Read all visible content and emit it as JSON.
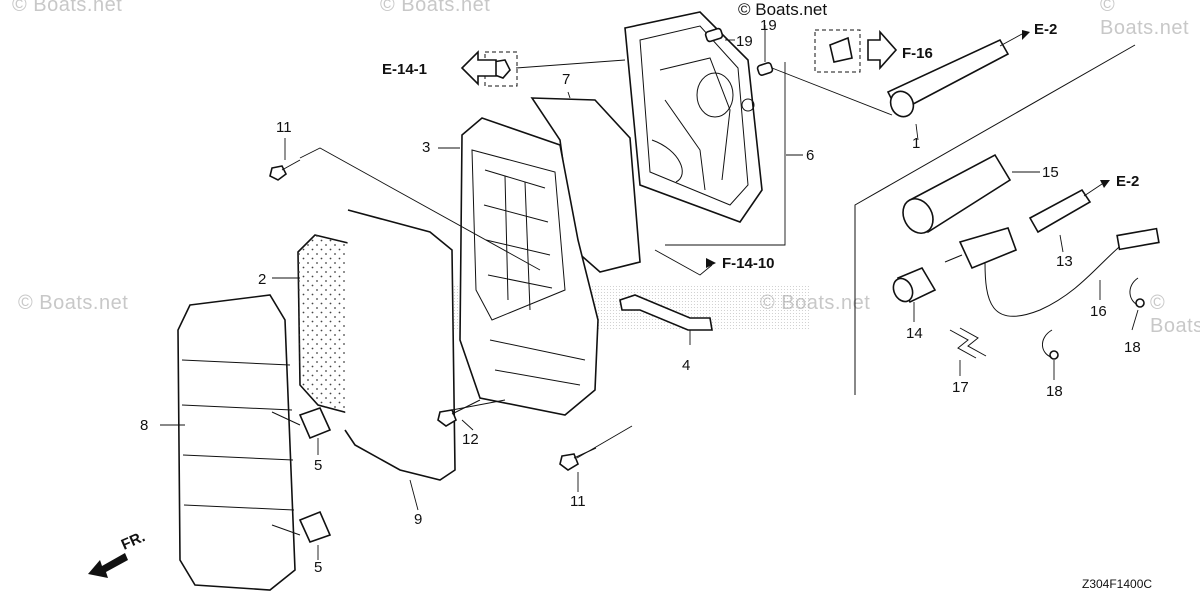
{
  "watermarks": {
    "top_left": "© Boats.net",
    "top_center": "© Boats.net",
    "top_right": "© Boats.net",
    "mid_left": "© Boats.net",
    "mid_right": "© Boats.net",
    "mid_far_right": "© Boats.net"
  },
  "brand": "© Boats.net",
  "diagram_code": "Z304F1400C",
  "front_label": "FR.",
  "references": {
    "e14_1": "E-14-1",
    "f16": "F-16",
    "e2_top": "E-2",
    "e2_mid": "E-2",
    "f14_10": "F-14-10"
  },
  "callouts": {
    "c1": "1",
    "c2": "2",
    "c3": "3",
    "c4": "4",
    "c5a": "5",
    "c5b": "5",
    "c6": "6",
    "c7": "7",
    "c8": "8",
    "c9": "9",
    "c11a": "11",
    "c11b": "11",
    "c12": "12",
    "c13": "13",
    "c14": "14",
    "c15": "15",
    "c16": "16",
    "c17": "17",
    "c18a": "18",
    "c18b": "18",
    "c19a": "19",
    "c19b": "19"
  },
  "colors": {
    "line": "#111111",
    "watermark": "#c8c8c8",
    "background": "#ffffff"
  }
}
